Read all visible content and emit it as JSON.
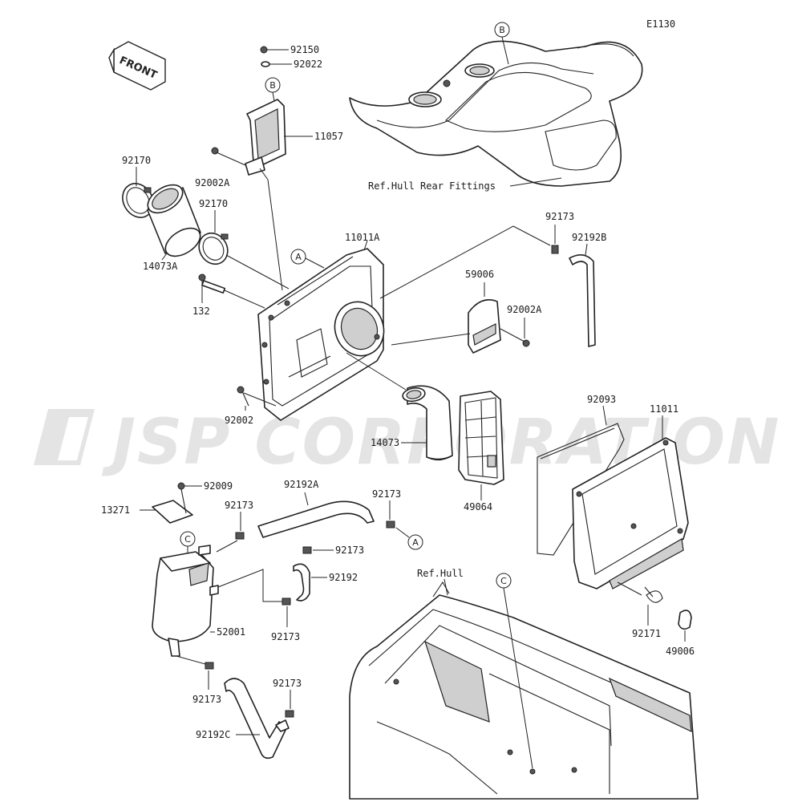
{
  "diagram_code": "E1130",
  "direction_label": "FRONT",
  "watermark": "JSP CORPORATION",
  "reference_labels": {
    "hull_rear_fittings": "Ref.Hull Rear Fittings",
    "hull": "Ref.Hull"
  },
  "connection_markers": {
    "a": "A",
    "b": "B",
    "c": "C"
  },
  "parts": {
    "p92150": "92150",
    "p92022": "92022",
    "p11057": "11057",
    "p92170_upper": "92170",
    "p92002a_upper": "92002A",
    "p92170_lower": "92170",
    "p14073a": "14073A",
    "p132": "132",
    "p11011a": "11011A",
    "p92173_top": "92173",
    "p92192b": "92192B",
    "p59006": "59006",
    "p92002a_right": "92002A",
    "p92002": "92002",
    "p14073": "14073",
    "p49064": "49064",
    "p92093": "92093",
    "p11011": "11011",
    "p92009": "92009",
    "p13271": "13271",
    "p92173_a": "92173",
    "p92192a": "92192A",
    "p92173_b": "92173",
    "p92173_c": "92173",
    "p92192": "92192",
    "p52001": "52001",
    "p92173_d": "92173",
    "p92171": "92171",
    "p49006": "49006",
    "p92173_e": "92173",
    "p92173_f": "92173",
    "p92192c": "92192C"
  }
}
